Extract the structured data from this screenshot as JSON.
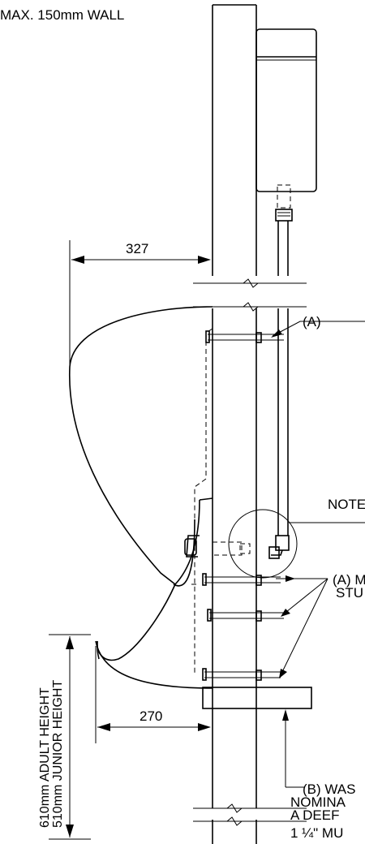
{
  "labels": {
    "wall_note": "MAX. 150mm WALL",
    "dim_top": "327",
    "dim_bottom": "270",
    "note_a_top": "(A)",
    "note": "NOTE",
    "note_a_line1": "(A) M",
    "note_a_line2": "STU",
    "note_b_line1": "(B) WAS",
    "note_b_line2": "NOMINA",
    "note_b_line3": "A DEEF",
    "note_b_line4_a": "1",
    "note_b_line4_frac": "¼\" MU",
    "height_adult": "610mm ADULT HEIGHT",
    "height_junior": "510mm JUNIOR HEIGHT"
  }
}
